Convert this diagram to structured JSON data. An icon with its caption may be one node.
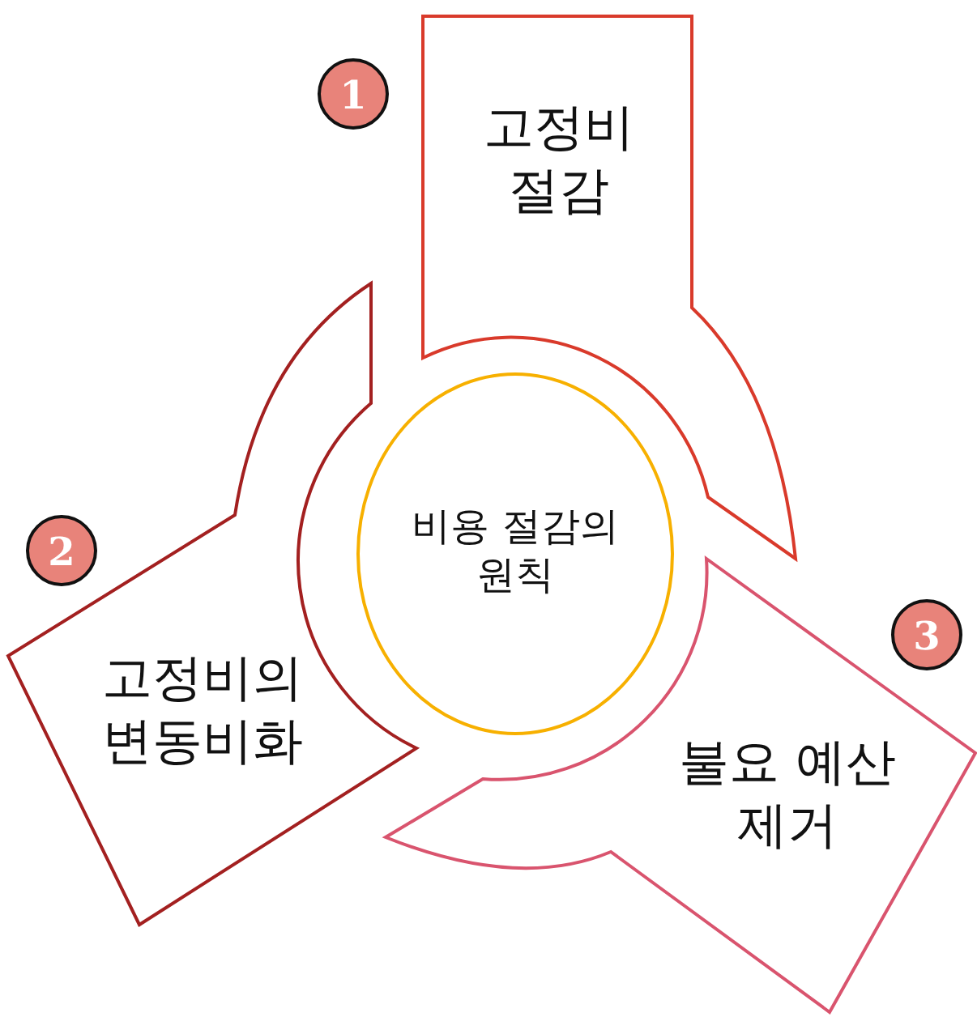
{
  "diagram": {
    "nodes": [
      {
        "text": [
          "1"
        ]
      },
      {
        "text": [
          "고정비 절감"
        ]
      },
      {
        "text": [
          "비용 절감의 원칙"
        ]
      },
      {
        "text": [
          "2"
        ]
      },
      {
        "text": [
          "고정비의 변동비화"
        ]
      },
      {
        "text": [
          "3"
        ]
      },
      {
        "text": [
          "불요 예산 제거"
        ]
      }
    ]
  }
}
